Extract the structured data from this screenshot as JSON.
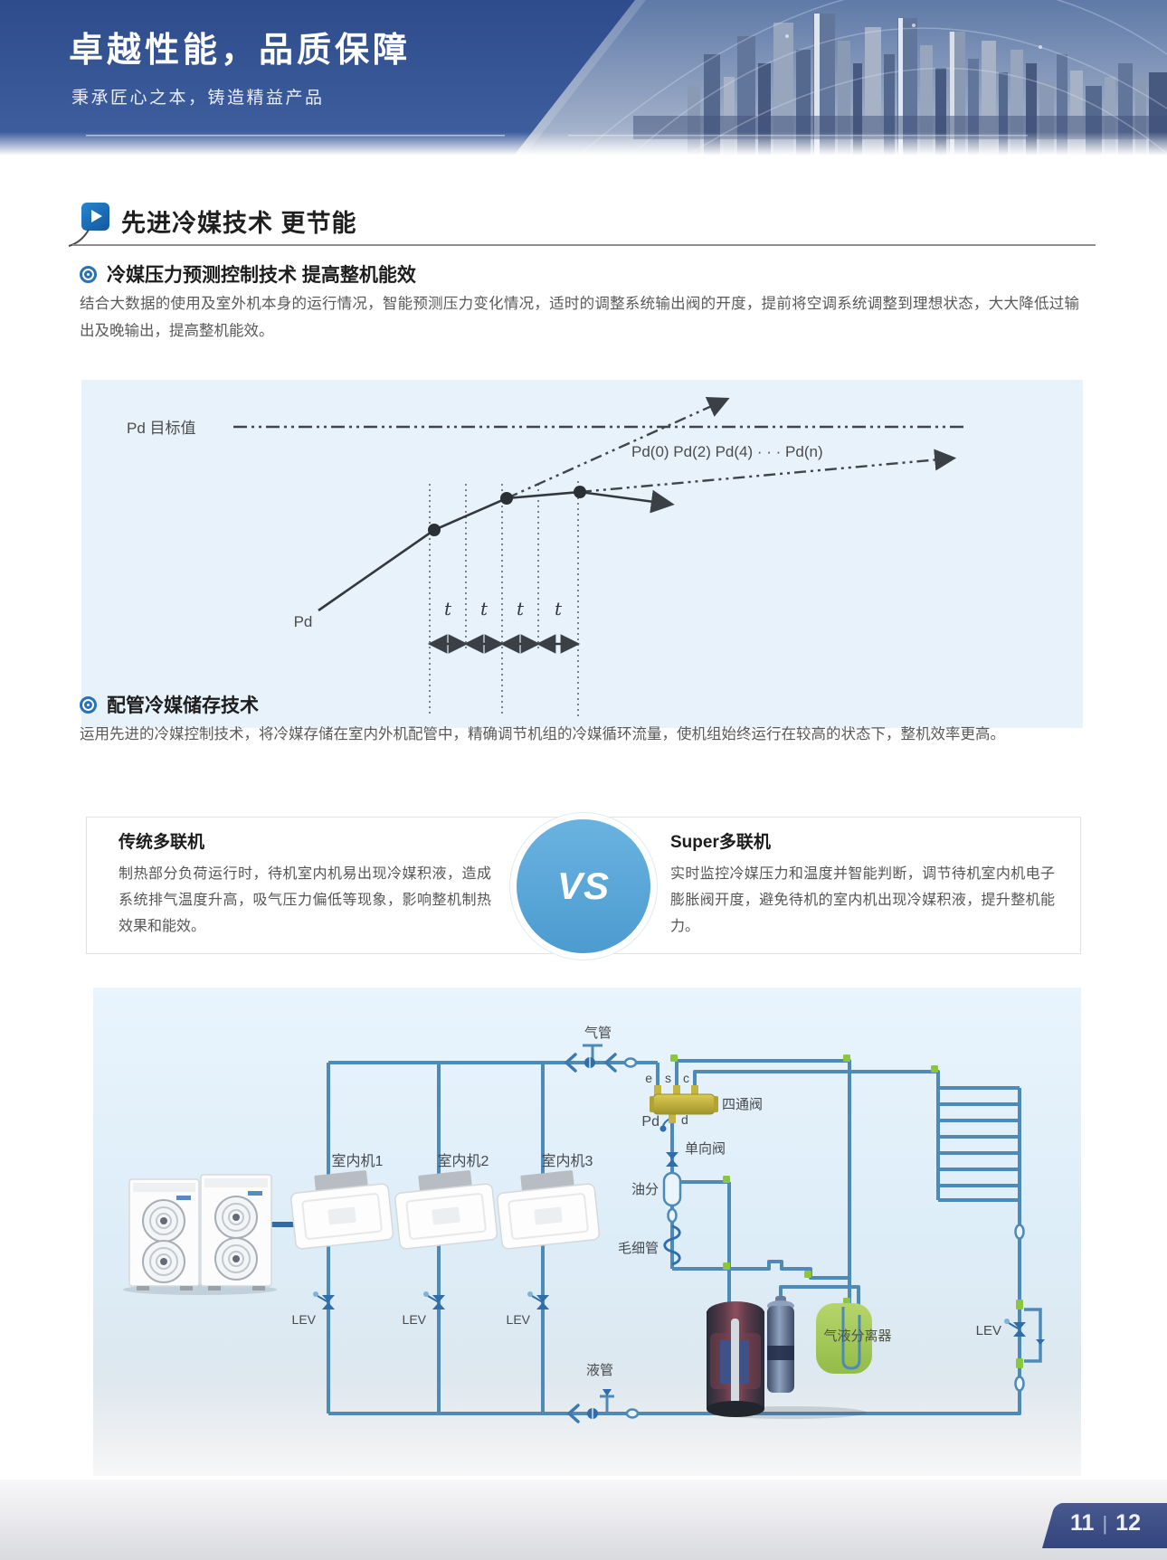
{
  "header": {
    "title": "卓越性能，品质保障",
    "subtitle": "秉承匠心之本，铸造精益产品"
  },
  "section": {
    "title": "先进冷媒技术 更节能"
  },
  "pressure_tech": {
    "heading": "冷媒压力预测控制技术 提高整机能效",
    "body": "结合大数据的使用及室外机本身的运行情况，智能预测压力变化情况，适时的调整系统输出阀的开度，提前将空调系统调整到理想状态，大大降低过输出及晚输出，提高整机能效。"
  },
  "figure": {
    "target_label": "Pd 目标值",
    "series_label": "Pd(0) Pd(2) Pd(4) · · · Pd(n)",
    "curve_label": "Pd",
    "interval_label": "t"
  },
  "storage_tech": {
    "heading": "配管冷媒储存技术",
    "body": "运用先进的冷媒控制技术，将冷媒存储在室内外机配管中，精确调节机组的冷媒循环流量，使机组始终运行在较高的状态下，整机效率更高。"
  },
  "comparison": {
    "badge": "VS",
    "traditional": {
      "title": "传统多联机",
      "body": "制热部分负荷运行时，待机室内机易出现冷媒积液，造成系统排气温度升高，吸气压力偏低等现象，影响整机制热效果和能效。"
    },
    "super": {
      "title": "Super多联机",
      "body": "实时监控冷媒压力和温度并智能判断，调节待机室内机电子膨胀阀开度，避免待机的室内机出现冷媒积液，提升整机能力。"
    }
  },
  "diagram": {
    "gas_pipe": "气管",
    "liquid_pipe": "液管",
    "four_way_valve": "四通阀",
    "check_valve": "单向阀",
    "oil_separator": "油分",
    "capillary_tube": "毛细管",
    "gas_liquid_separator": "气液分离器",
    "pd_sensor": "Pd",
    "port_e": "e",
    "port_s": "s",
    "port_c": "c",
    "port_d": "d",
    "lev": "LEV",
    "indoor_unit_1": "室内机1",
    "indoor_unit_2": "室内机2",
    "indoor_unit_3": "室内机3"
  },
  "footer": {
    "page_left": "11",
    "divider": "|",
    "page_right": "12"
  },
  "colors": {
    "accent_blue": "#1d6fb8",
    "panel_blue": "#e7f2fb",
    "pipe_blue": "#4e8ab8",
    "valve_olive": "#c3b13f",
    "separator_green": "#a9cb5e",
    "vs_blue": "#57a5d7",
    "header_navy": "#31508f",
    "footer_navy": "#3c5191"
  }
}
